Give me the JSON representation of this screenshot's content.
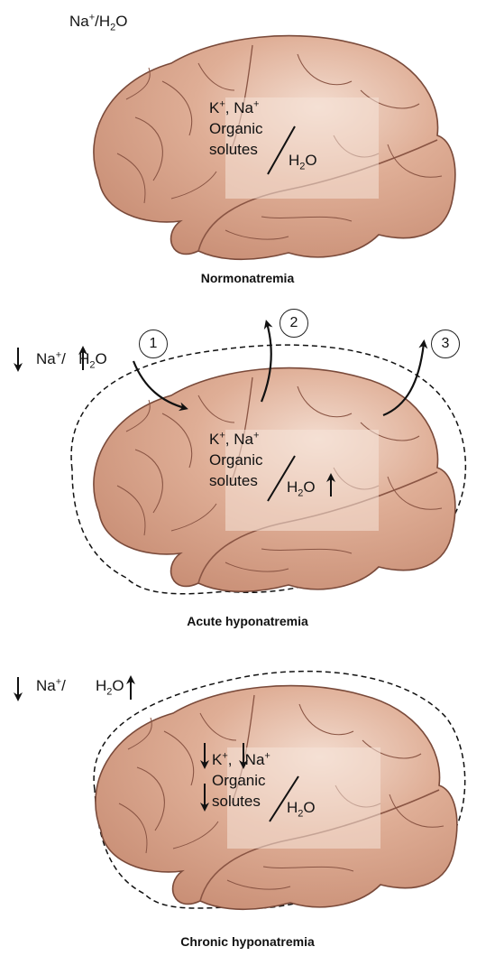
{
  "panels": [
    {
      "caption": "Normonatremia",
      "outside_ion": "Na+/H2O",
      "inside_line1": "K+, Na+",
      "inside_line2": "Organic",
      "inside_line3": "solutes",
      "inside_water": "H2O"
    },
    {
      "caption": "Acute hyponatremia",
      "outside_ion": "Na+/ H2O",
      "inside_line1": "K+, Na+",
      "inside_line2": "Organic",
      "inside_line3": "solutes",
      "inside_water": "H2O",
      "steps": [
        "1",
        "2",
        "3"
      ]
    },
    {
      "caption": "Chronic hyponatremia",
      "outside_ion": "Na+/ H2O",
      "inside_line1": "K+, Na+",
      "inside_line2": "Organic",
      "inside_line3": "solutes",
      "inside_water": "H2O"
    }
  ],
  "colors": {
    "brain_fill": "#d9a48c",
    "brain_highlight": "#f1d7c9",
    "brain_outline": "#7a4a3a",
    "sulci": "#8a5544",
    "ink": "#151515"
  },
  "icons": [
    "arrow-down-icon",
    "arrow-up-icon",
    "curved-arrow-icon"
  ]
}
